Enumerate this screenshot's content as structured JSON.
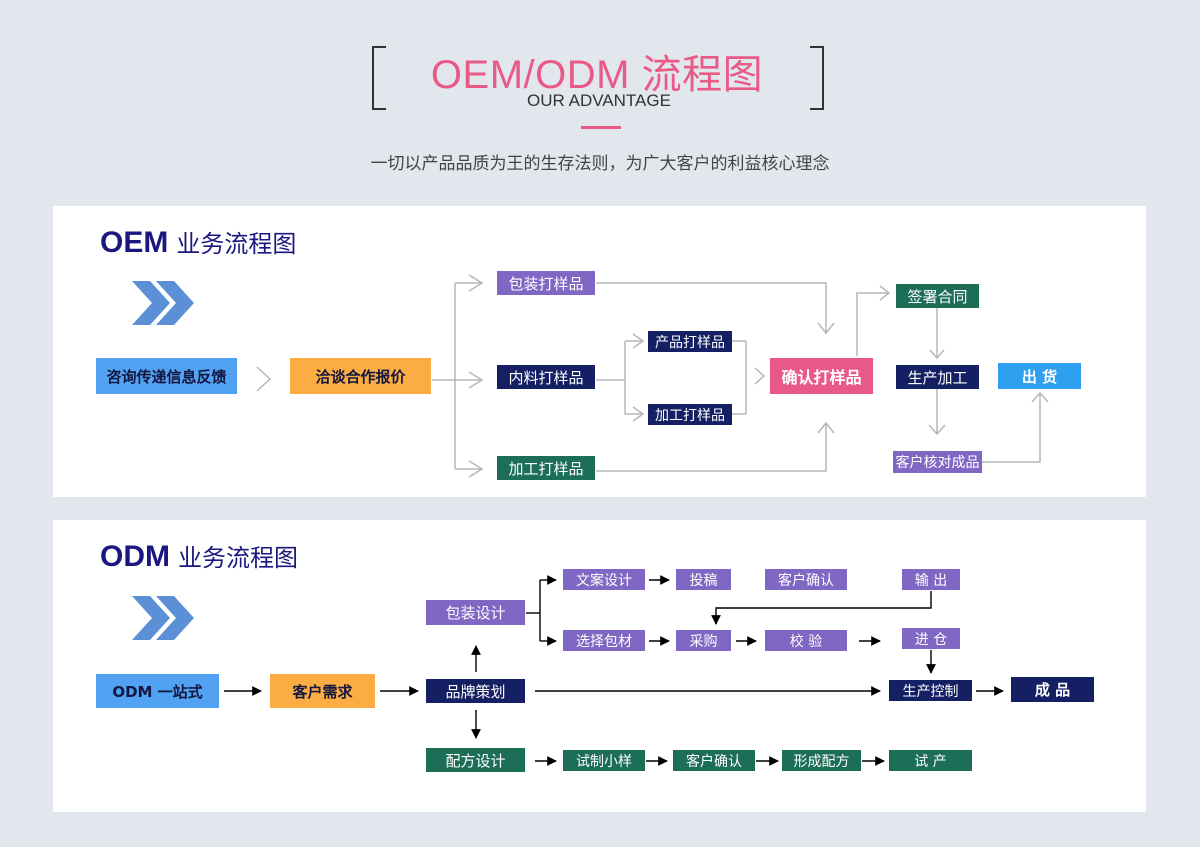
{
  "header": {
    "title": "OEM/ODM 流程图",
    "subtitle": "OUR ADVANTAGE",
    "tagline": "一切以产品品质为王的生存法则，为广大客户的利益核心理念"
  },
  "colors": {
    "accent": "#ea5a87",
    "navy": "#142063",
    "purple": "#7f67c3",
    "green": "#1c6e57",
    "blue": "#51a2f2",
    "orange": "#fbad44",
    "title": "#1c1780"
  },
  "oem": {
    "title_prefix": "OEM",
    "title_rest": "业务流程图",
    "nodes": {
      "consult": "咨询传递信息反馈",
      "negotiate": "洽谈合作报价",
      "packaging": "包装打样品",
      "content": "内料打样品",
      "processing": "加工打样品",
      "product_sample": "产品打样品",
      "process_sample": "加工打样品",
      "confirm": "确认打样品",
      "contract": "签署合同",
      "production": "生产加工",
      "customer_check": "客户核对成品",
      "shipment": "出 货"
    }
  },
  "odm": {
    "title_prefix": "ODM",
    "title_rest": "业务流程图",
    "nodes": {
      "one_stop": "ODM 一站式",
      "requirement": "客户需求",
      "brand": "品牌策划",
      "package_design": "包装设计",
      "formula_design": "配方设计",
      "copy_design": "文案设计",
      "submit": "投稿",
      "customer_confirm": "客户确认",
      "output": "输 出",
      "choose_material": "选择包材",
      "purchase": "采购",
      "inspect": "校 验",
      "store": "进 仓",
      "prod_control": "生产控制",
      "finished": "成 品",
      "trial_small": "试制小样",
      "customer_confirm2": "客户确认",
      "formula_form": "形成配方",
      "trial_prod": "试 产"
    }
  }
}
